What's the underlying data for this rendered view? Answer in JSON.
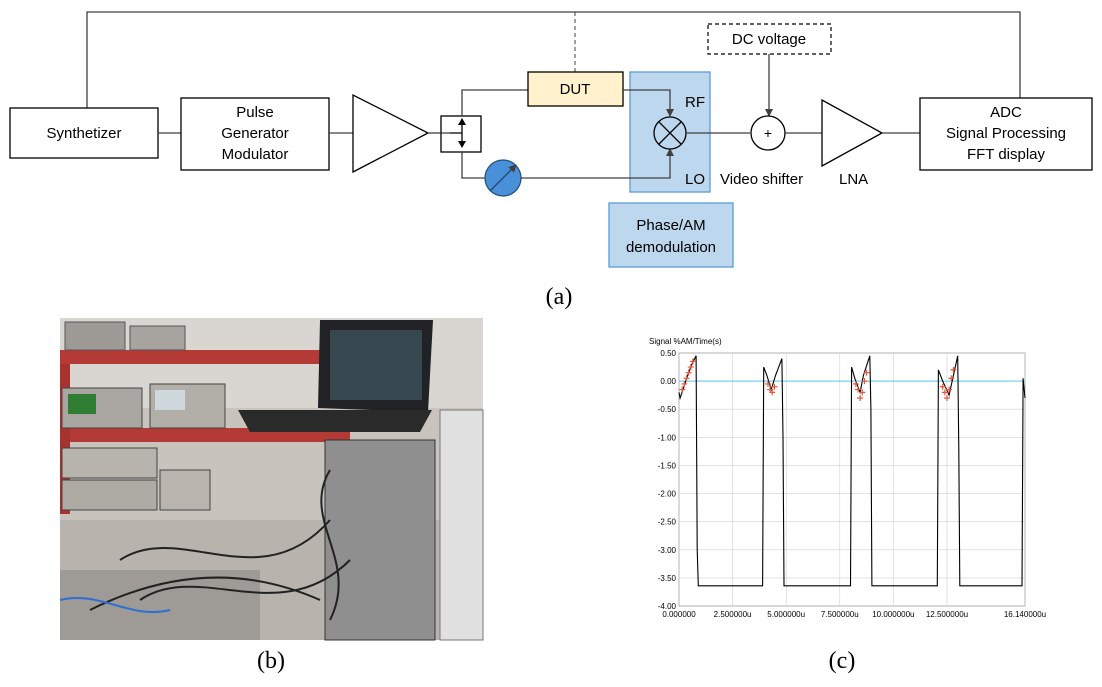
{
  "block_diagram": {
    "synthesizer": "Synthetizer",
    "pulse_gen": [
      "Pulse",
      "Generator",
      "Modulator"
    ],
    "dut": "DUT",
    "rf": "RF",
    "lo": "LO",
    "dc_voltage": "DC voltage",
    "adder_symbol": "+",
    "video_shifter": "Video shifter",
    "lna": "LNA",
    "adc": [
      "ADC",
      "Signal Processing",
      "FFT display"
    ],
    "demod": [
      "Phase/AM",
      "demodulation"
    ],
    "colors": {
      "dut_fill": "#FFF2CC",
      "demod_fill": "#BDD7EE",
      "demod_stroke": "#5B9BD5",
      "phase_shifter_fill": "#4A90D9"
    }
  },
  "captions": {
    "a": "(a)",
    "b": "(b)",
    "c": "(c)"
  },
  "photo": {
    "description_icon": "lab-bench-photo"
  },
  "chart_data": {
    "type": "line",
    "title": "Signal %AM/Time(s)",
    "x_ticks": [
      "0.000000",
      "2.500000u",
      "5.000000u",
      "7.500000u",
      "10.000000u",
      "12.500000u",
      "16.140000u"
    ],
    "x_tick_values": [
      0,
      2.5,
      5,
      7.5,
      10,
      12.5,
      16.14
    ],
    "y_ticks": [
      "0.50",
      "0.00",
      "-0.50",
      "-1.00",
      "-1.50",
      "-2.00",
      "-2.50",
      "-3.00",
      "-3.50",
      "-4.00"
    ],
    "y_tick_values": [
      0.5,
      0,
      -0.5,
      -1,
      -1.5,
      -2,
      -2.5,
      -3,
      -3.5,
      -4
    ],
    "xlim": [
      0,
      16.14
    ],
    "ylim": [
      -4,
      0.5
    ],
    "grid": true,
    "reference_line": {
      "y": 0,
      "color": "#5BC8E8"
    },
    "series": [
      {
        "color": "#000000",
        "x": [
          0,
          0.05,
          0.1,
          0.4,
          0.6,
          0.8,
          0.85,
          0.9,
          0.95,
          3.9,
          3.95,
          4.1,
          4.3,
          4.5,
          4.8,
          4.85,
          4.9,
          5.0,
          8.0,
          8.05,
          8.2,
          8.45,
          8.6,
          8.9,
          8.95,
          9.0,
          9.1,
          12.05,
          12.1,
          12.3,
          12.6,
          12.8,
          13.0,
          13.05,
          13.1,
          13.2,
          16.0,
          16.05,
          16.14
        ],
        "y": [
          -0.2,
          -0.3,
          -0.25,
          0.1,
          0.3,
          0.45,
          -3.0,
          -3.64,
          -3.64,
          -3.64,
          0.25,
          0.1,
          -0.15,
          0.1,
          0.4,
          -1.0,
          -3.64,
          -3.64,
          -3.64,
          0.25,
          0.05,
          -0.2,
          0.1,
          0.45,
          -0.5,
          -3.64,
          -3.64,
          -3.64,
          0.2,
          0.0,
          -0.25,
          0.1,
          0.45,
          -1.2,
          -3.64,
          -3.64,
          -3.64,
          0.05,
          -0.3
        ]
      },
      {
        "color": "#E8553A",
        "marker": "plus",
        "x": [
          0.15,
          0.25,
          0.35,
          0.45,
          0.55,
          0.65,
          4.15,
          4.25,
          4.35,
          4.45,
          8.25,
          8.35,
          8.45,
          8.55,
          8.65,
          8.75,
          12.3,
          12.4,
          12.5,
          12.6,
          12.7,
          12.8
        ],
        "y": [
          -0.15,
          -0.05,
          0.05,
          0.15,
          0.25,
          0.35,
          -0.05,
          -0.15,
          -0.2,
          -0.1,
          -0.05,
          -0.15,
          -0.3,
          -0.2,
          0.0,
          0.15,
          -0.1,
          -0.2,
          -0.3,
          -0.15,
          0.05,
          0.2
        ]
      }
    ]
  }
}
